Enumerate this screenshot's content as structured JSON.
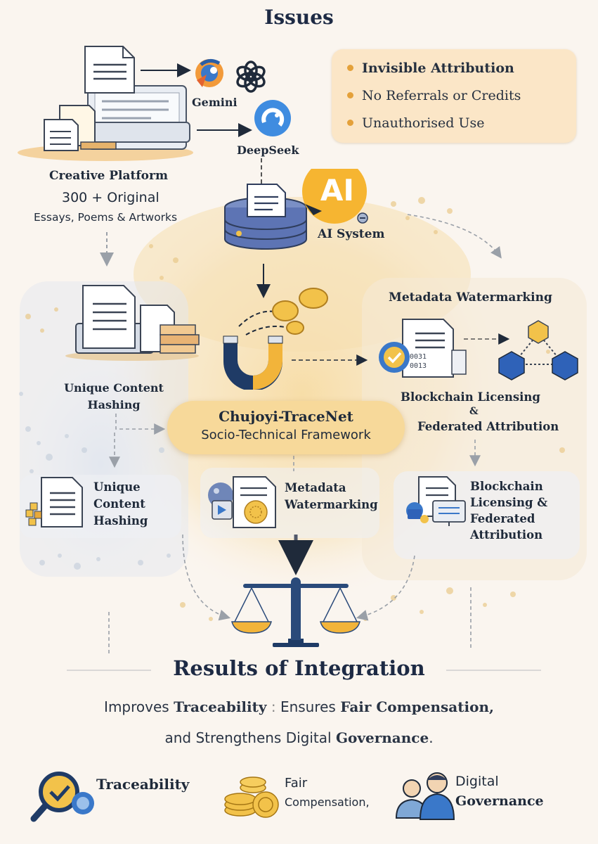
{
  "issues": {
    "title": "Issues",
    "items": [
      "Invisible Attribution",
      "No Referrals or Credits",
      "Unauthorised Use"
    ]
  },
  "platform": {
    "name": "Creative Platform",
    "count_line": "300 + Original",
    "works_line": "Essays, Poems & Artworks"
  },
  "ai_models": {
    "gemini": "Gemini",
    "deepseek": "DeepSeek"
  },
  "ai_system": {
    "badge": "AI",
    "label": "AI System"
  },
  "upper_methods": {
    "hashing": "Unique Content Hashing",
    "watermarking": "Metadata Watermarking",
    "blockchain_line1": "Blockchain Licensing",
    "blockchain_amp": "&",
    "blockchain_line2": "Federated Attribution",
    "hash_code_line1": "0031",
    "hash_code_line2": "0013"
  },
  "framework": {
    "name": "Chujoyi-TraceNet",
    "subtitle": "Socio-Technical Framework"
  },
  "lower_methods": {
    "hashing_lines": [
      "Unique",
      "Content",
      "Hashing"
    ],
    "watermarking_lines": [
      "Metadata",
      "Watermarking"
    ],
    "blockchain_lines": [
      "Blockchain",
      "Licensing &",
      "Federated",
      "Attribution"
    ]
  },
  "results": {
    "title": "Results of Integration",
    "line1_a": "Improves ",
    "line1_b": "Traceability",
    "line1_sep": " : ",
    "line1_c": "Ensures ",
    "line1_d": "Fair Compensation,",
    "line2_a": "and Strengthens Digital ",
    "line2_b": "Governance",
    "line2_c": "."
  },
  "outcomes": {
    "traceability": "Traceability",
    "fair_line1": "Fair",
    "fair_line2": "Compensation,",
    "digital_line1": "Digital",
    "digital_line2": "Governance"
  },
  "colors": {
    "navy": "#1d2a44",
    "accent_orange": "#e4a13a",
    "box_cream": "#fbe6c7",
    "gold": "#f2c24a",
    "blue": "#3a78c9"
  }
}
